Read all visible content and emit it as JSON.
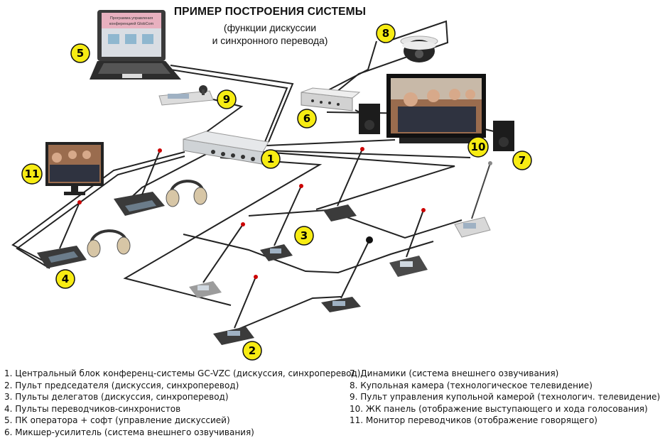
{
  "title": "ПРИМЕР ПОСТРОЕНИЯ СИСТЕМЫ",
  "subtitle_line1": "(функции дискуссии",
  "subtitle_line2": "и синхронного перевода)",
  "laptop_screen_line1": "Программа управления",
  "laptop_screen_line2": "конференцией GlobCom",
  "badges": {
    "b1": "1",
    "b2": "2",
    "b3": "3",
    "b4": "4",
    "b5": "5",
    "b6": "6",
    "b7": "7",
    "b8": "8",
    "b9": "9",
    "b10": "10",
    "b11": "11"
  },
  "legend_left": [
    "1. Центральный блок конференц-системы GC-VZC (дискуссия, синхроперевод)",
    "2. Пульт председателя (дискуссия, синхроперевод)",
    "3. Пульты делегатов (дискуссия, синхроперевод)",
    "4. Пульты переводчиков-синхронистов",
    "5. ПК оператора + софт (управление дискуссией)",
    "6. Микшер-усилитель (система внешнего озвучивания)"
  ],
  "legend_right": [
    "7. Динамики (система внешнего озвучивания)",
    "8. Купольная камера (технологическое телевидение)",
    "9. Пульт управления купольной камерой (технологич. телевидение)",
    "10. ЖК панель (отображение выступающего и хода голосования)",
    "11. Монитор переводчиков (отображение говорящего)"
  ],
  "colors": {
    "badge_fill": "#f7ec13",
    "cable": "#222222",
    "laptop_screen": "#e8b0bf"
  }
}
